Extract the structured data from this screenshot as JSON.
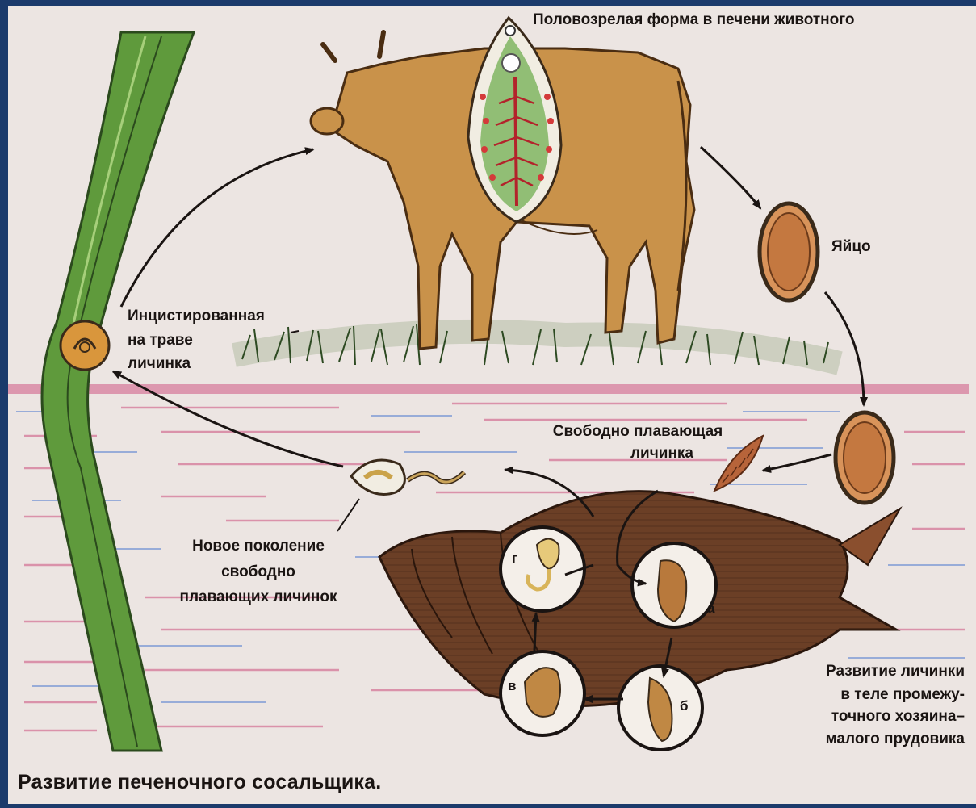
{
  "title": "Развитие печеночного сосальщика.",
  "labels": {
    "adult": "Половозрелая форма в печени животного",
    "egg": "Яйцо",
    "encysted": [
      "Инцистированная",
      "на траве",
      "личинка"
    ],
    "miracidium": [
      "Свободно плавающая",
      "личинка"
    ],
    "new_generation": [
      "Новое поколение",
      "свободно",
      "плавающих личинок"
    ],
    "development": [
      "Развитие личинки",
      "в теле промежу-",
      "точного хозяина–",
      "малого прудовика"
    ]
  },
  "stages": [
    "а",
    "б",
    "в",
    "г"
  ],
  "colors": {
    "paper": "#ece5e2",
    "frame": "#1b3a6b",
    "cow": "#c9924a",
    "grass_blade": "#5f9a3c",
    "snail": "#6b3f26",
    "water_line_pink": "#d98aa4",
    "water_line_blue": "#8fa6d8"
  }
}
